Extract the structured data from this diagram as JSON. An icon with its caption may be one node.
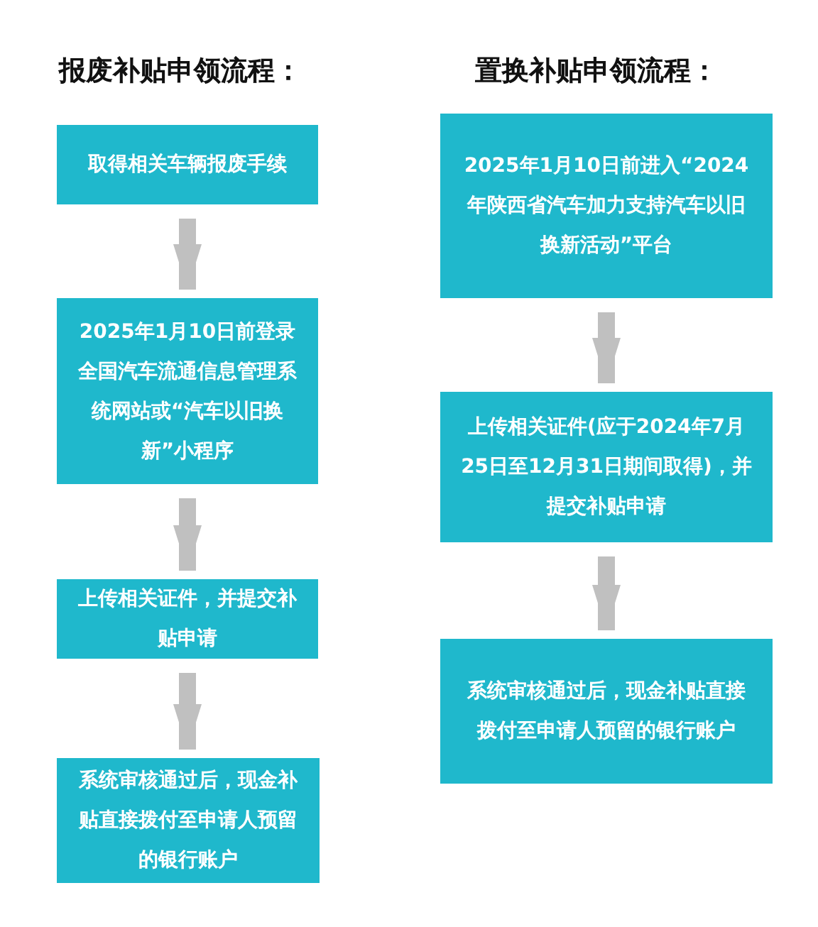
{
  "diagram": {
    "nodes": [
      {
        "text": [
          "取得相关车辆报废手续"
        ]
      },
      {
        "text": [
          "2025年1月10日前登录全国汽车流通信息管理系统网站或“汽车以旧换新”小程序"
        ]
      },
      {
        "text": [
          "上传相关证件，并提交补贴申请"
        ]
      },
      {
        "text": [
          "系统审核通过后，现金补贴直接拨付至申请人预留的银行账户"
        ]
      },
      {
        "text": [
          "2025年1月10日前进入“2024年陕西省汽车加力支持汽车以旧换新活动”平台"
        ]
      },
      {
        "text": [
          "上传相关证件(应于2024年7月25日至12月31日期间取得)，并提交补贴申请"
        ]
      },
      {
        "text": [
          "系统审核通过后，现金补贴直接拨付至申请人预留的银行账户"
        ]
      }
    ],
    "edges": [
      {
        "from": 0,
        "to": 1,
        "arrow": "to"
      },
      {
        "from": 1,
        "to": 2,
        "arrow": "to"
      },
      {
        "from": 2,
        "to": 3,
        "arrow": "to"
      },
      {
        "from": 4,
        "to": 5,
        "arrow": "to"
      },
      {
        "from": 5,
        "to": 6,
        "arrow": "to"
      }
    ],
    "labels": [
      "报废补贴申领流程：",
      "置换补贴申领流程："
    ]
  }
}
